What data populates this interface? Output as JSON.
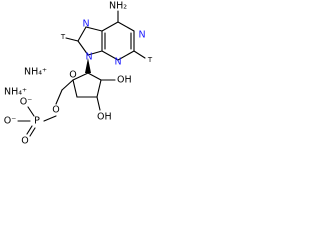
{
  "structure": {
    "labels": {
      "nh2": "NH₂",
      "n1": "N",
      "n3": "N",
      "n7": "N",
      "n9": "N",
      "t_left": "T",
      "t_right": "T",
      "o_ring": "O",
      "oh_top": "OH",
      "oh_bottom": "OH",
      "o_link": "O",
      "p": "P",
      "o_minus": "O⁻",
      "o_dbl": "O",
      "o_minus2": "O⁻",
      "counterion_1": "NH₄⁺",
      "counterion_2": "NH₄⁺"
    },
    "colors": {
      "bond": "#000000",
      "atom_n": "#1a1aff",
      "text": "#000000"
    }
  }
}
